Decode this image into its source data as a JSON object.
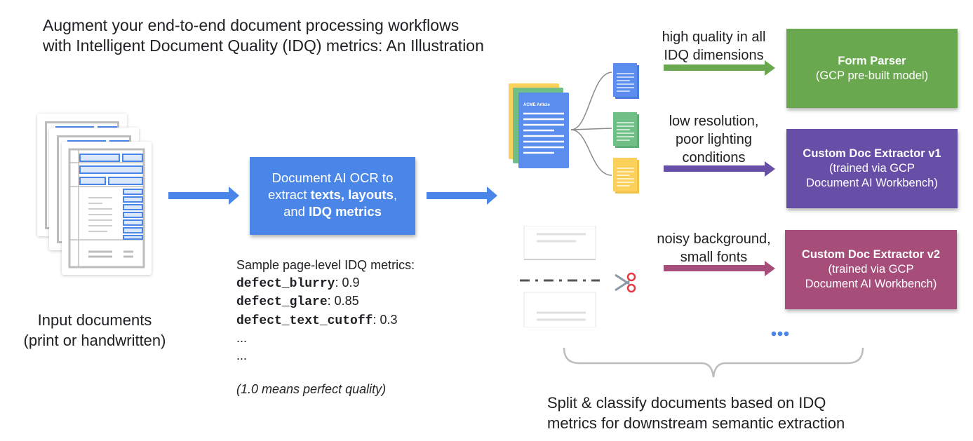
{
  "title": {
    "line1": "Augment your end-to-end document processing workflows",
    "line2": "with Intelligent Document Quality (IDQ) metrics: An Illustration"
  },
  "input_documents": {
    "label_line1": "Input documents",
    "label_line2": "(print or handwritten)",
    "icon": "form-document-stack-icon"
  },
  "ocr_step": {
    "line1": "Document AI OCR to",
    "line2_prefix": "extract ",
    "line2_bold": "texts, layouts",
    "line2_suffix": ",",
    "line3_prefix": "and ",
    "line3_bold": "IDQ metrics",
    "color": "#4a86e8"
  },
  "metrics": {
    "heading": "Sample page-level IDQ metrics:",
    "items": [
      {
        "name": "defect_blurry",
        "value": ": 0.9"
      },
      {
        "name": "defect_glare",
        "value": ": 0.85"
      },
      {
        "name": "defect_text_cutoff",
        "value": ": 0.3"
      }
    ],
    "ellipsis1": "...",
    "ellipsis2": "...",
    "note": "(1.0 means perfect quality)"
  },
  "classify_illustration": {
    "doc_title": "ACME Article",
    "split_icon": "scissors-icon"
  },
  "routes": [
    {
      "label_lines": [
        "high quality in all",
        "IDQ dimensions"
      ],
      "arrow_color": "#6aa84f",
      "model_name": "Form Parser",
      "model_desc_lines": [
        "(GCP pre-built model)"
      ],
      "box_color": "#6aa84f"
    },
    {
      "label_lines": [
        "low resolution,",
        "poor lighting",
        "conditions"
      ],
      "arrow_color": "#674ea7",
      "model_name": "Custom Doc Extractor v1",
      "model_desc_lines": [
        "(trained via GCP",
        "Document AI Workbench)"
      ],
      "box_color": "#674ea7"
    },
    {
      "label_lines": [
        "noisy background,",
        "small fonts"
      ],
      "arrow_color": "#a64d79",
      "model_name": "Custom Doc Extractor v2",
      "model_desc_lines": [
        "(trained via GCP",
        "Document AI Workbench)"
      ],
      "box_color": "#a64d79"
    }
  ],
  "more_indicator": "more-dots-icon",
  "bottom_label": {
    "line1": "Split & classify documents based on IDQ",
    "line2": "metrics for downstream semantic extraction"
  },
  "colors": {
    "flow_arrow": "#4a86e8",
    "doc_blue": "#5b8def",
    "doc_green": "#6fbf87",
    "doc_yellow": "#fcd15b",
    "brace": "#bdbdbd",
    "scissors": "#e53945"
  }
}
